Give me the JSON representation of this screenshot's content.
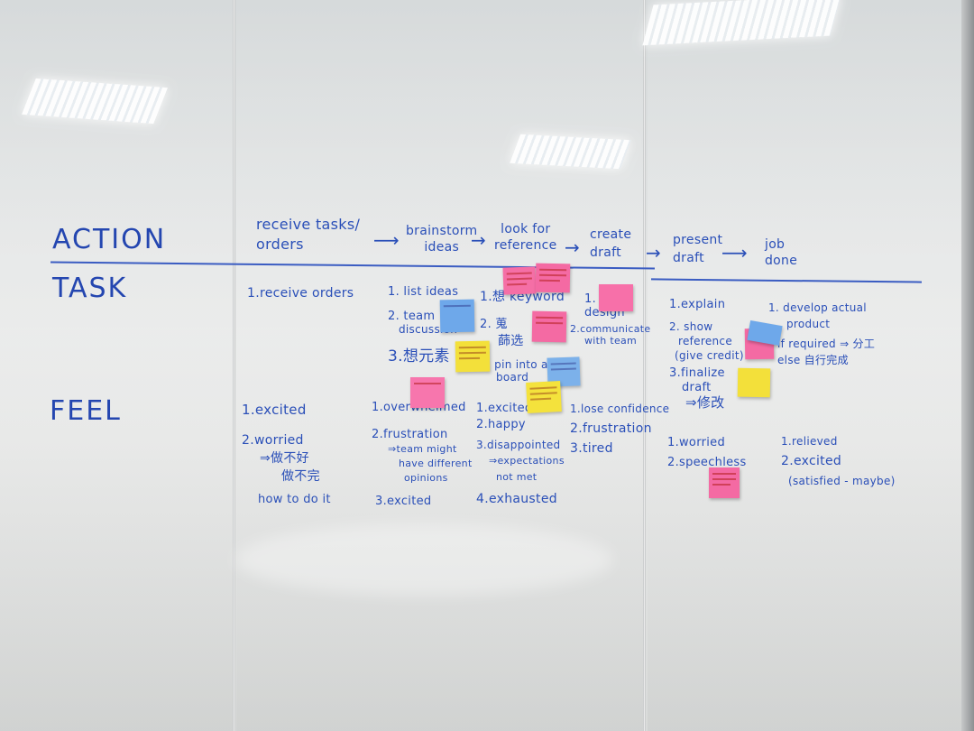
{
  "colors": {
    "ink": "#2a4fb8",
    "pink_note": "#f472a8",
    "yellow_note": "#f5e23a",
    "blue_note": "#6aa6e6"
  },
  "rows": {
    "action": "ACTION",
    "task": "TASK",
    "feel": "FEEL"
  },
  "action_steps": {
    "receive": [
      "receive tasks/",
      "orders"
    ],
    "brainstorm": [
      "brainstorm",
      "ideas"
    ],
    "reference": [
      "look for",
      "reference"
    ],
    "create": [
      "create",
      "draft"
    ],
    "present": [
      "present",
      "draft"
    ],
    "job": [
      "job",
      "done"
    ]
  },
  "tasks": {
    "col1": "1.receive orders",
    "col2": [
      "1. list ideas",
      "2. team",
      "discussion",
      "3.想元素"
    ],
    "col3": [
      "1.想 keyword",
      "2. 蒐",
      "蒒选",
      "3. pin into a",
      "board"
    ],
    "col4": [
      "1. d",
      "design",
      "2.communicate",
      "with team"
    ],
    "col5": [
      "1.explain",
      "2. show",
      "reference",
      "(give credit)",
      "3.finalize",
      "draft",
      "⇒修改"
    ],
    "col6": [
      "1. develop actual",
      "product",
      "if required ⇒ 分工",
      "else 自行完成"
    ]
  },
  "feels": {
    "col1": [
      "1.excited",
      "2.worried",
      "⇒做不好",
      "做不完",
      "how to do it"
    ],
    "col2": [
      "1.overwhelmed",
      "2.frustration",
      "⇒team might",
      "have different",
      "opinions",
      "3.excited"
    ],
    "col3": [
      "1.excited",
      "2.happy",
      "3.disappointed",
      "⇒expectations",
      "not met",
      "4.exhausted"
    ],
    "col4": [
      "1.lose confidence",
      "2.frustration",
      "3.tired"
    ],
    "col5": [
      "1.worried",
      "2.speechless"
    ],
    "col6": [
      "1.relieved",
      "2.excited",
      "(satisfied - maybe)"
    ]
  }
}
